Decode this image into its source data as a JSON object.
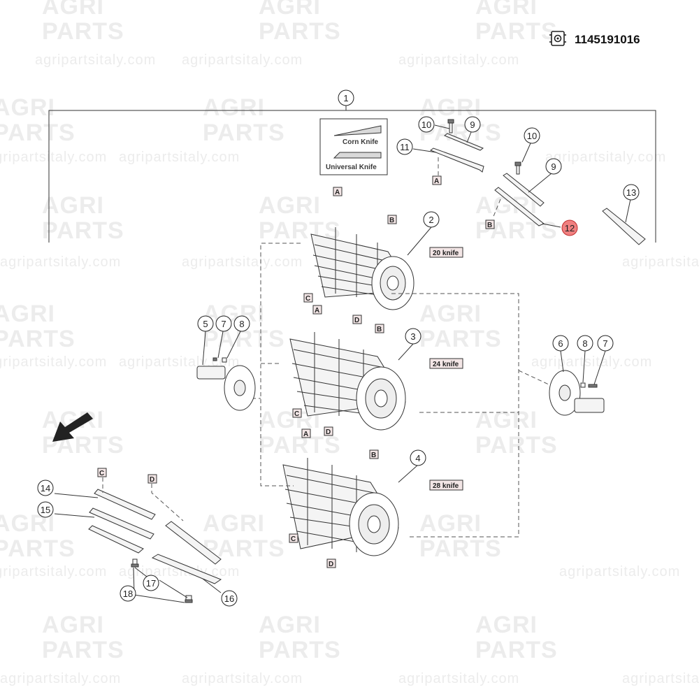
{
  "header": {
    "part_number": "1145191016",
    "part_icon": "gear-box-icon"
  },
  "watermark": {
    "line1": "AGRI",
    "line2": "PARTS",
    "url": "agripartsitaly.com"
  },
  "legend": {
    "corn_knife": "Corn Knife",
    "universal_knife": "Universal Knife"
  },
  "rotor_labels": {
    "r2": "20 knife",
    "r3": "24 knife",
    "r4": "28 knife"
  },
  "letters": {
    "a": "A",
    "b": "B",
    "c": "C",
    "d": "D"
  },
  "callouts": {
    "c1": "1",
    "c2": "2",
    "c3": "3",
    "c4": "4",
    "c5": "5",
    "c6": "6",
    "c7": "7",
    "c8": "8",
    "c9": "9",
    "c10": "10",
    "c11": "11",
    "c12": "12",
    "c13": "13",
    "c14": "14",
    "c15": "15",
    "c16": "16",
    "c17": "17",
    "c18": "18"
  },
  "highlight_color": "#f08080",
  "direction_arrow": "arrow-down-left-icon"
}
